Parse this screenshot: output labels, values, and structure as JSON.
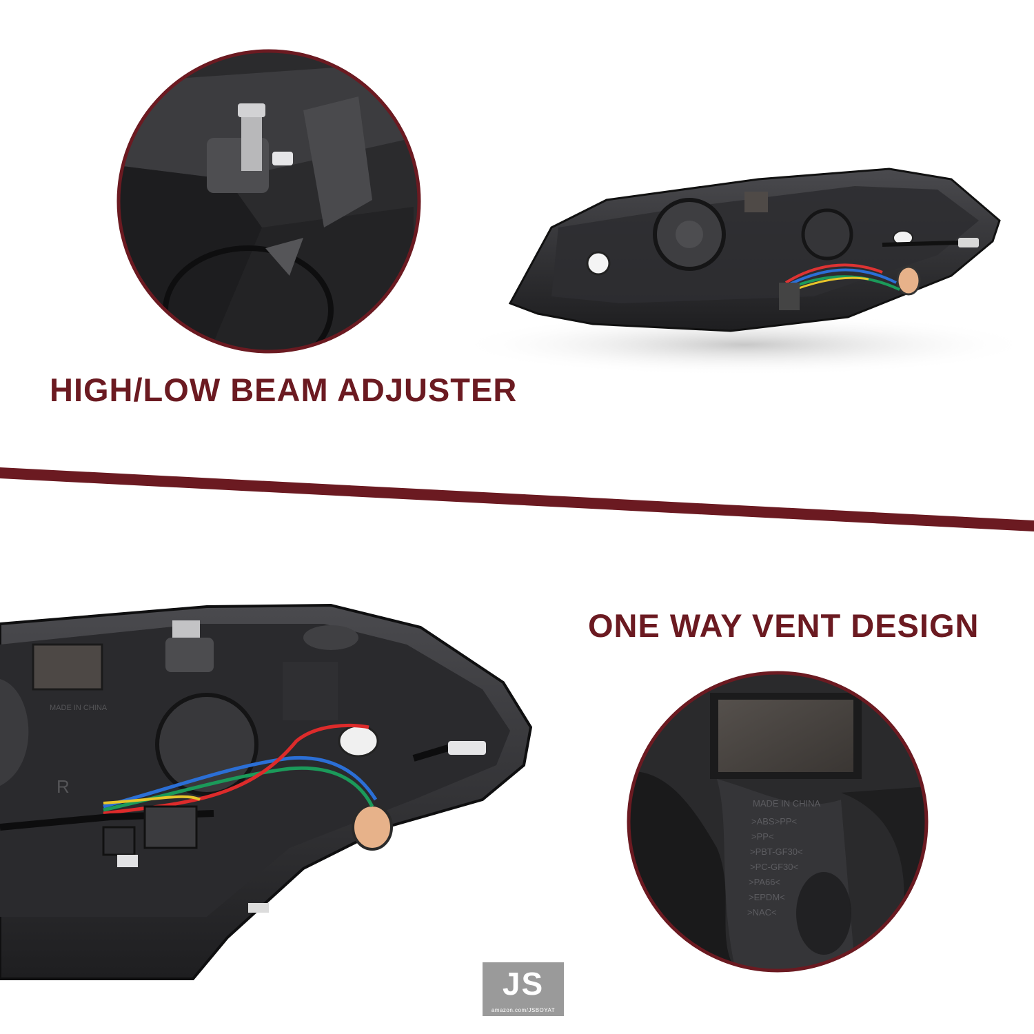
{
  "colors": {
    "accent": "#6b1a21",
    "housing_dark": "#1c1c1e",
    "housing_mid": "#3a3a3d",
    "housing_light": "#5a5a5e",
    "logo_bg": "#9a9a9a"
  },
  "captions": {
    "top": "HIGH/LOW BEAM ADJUSTER",
    "bottom": "ONE WAY VENT DESIGN"
  },
  "logo": {
    "text": "JS",
    "url": "amazon.com/JSBOYAT"
  },
  "vent_closeup": {
    "markings": [
      "MADE IN CHINA",
      ">ABS>PP<",
      ">PP<",
      ">PBT-GF30<",
      ">PC-GF30<",
      ">PA66<",
      ">EPDM<",
      ">NAC<"
    ]
  },
  "housing_markings": {
    "made_in": "MADE IN CHINA",
    "side": "R"
  }
}
